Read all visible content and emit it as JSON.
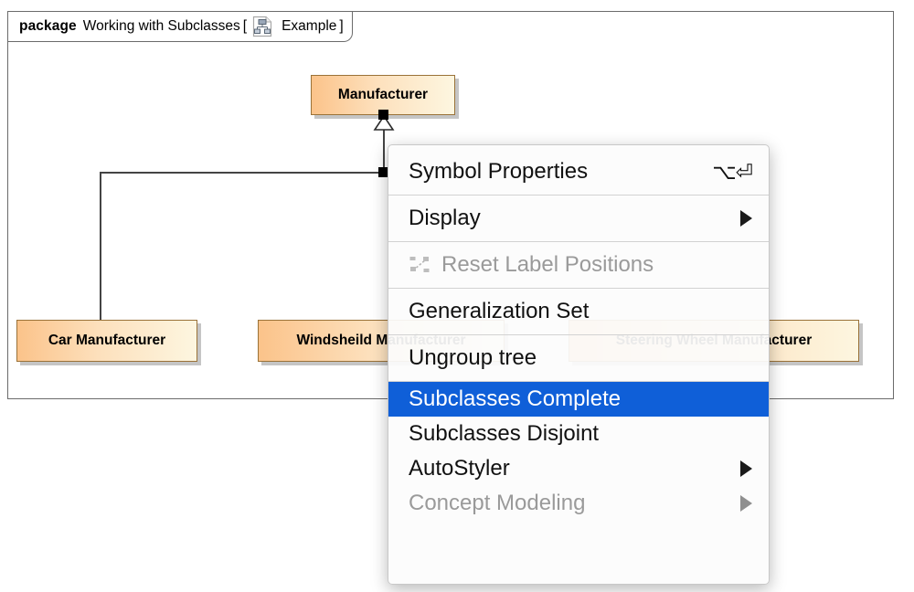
{
  "diagram": {
    "frame": {
      "keyword": "package",
      "name": "Working with Subclasses",
      "bracket_open": "[",
      "bracket_close": "]",
      "diagram_label": "Example",
      "icon": "class-diagram-icon"
    },
    "classes": [
      {
        "id": "manufacturer",
        "name": "Manufacturer"
      },
      {
        "id": "car",
        "name": "Car Manufacturer"
      },
      {
        "id": "windshield",
        "name": "Windsheild Manufacturer"
      },
      {
        "id": "steering",
        "name": "Steering Wheel Manufacturer"
      }
    ],
    "relationship": "generalization-tree",
    "colors": {
      "class_fill_left": "#fbc38a",
      "class_fill_right": "#fdf6e0",
      "class_border": "#9a7238",
      "frame_border": "#6b6b6b",
      "line": "#444444"
    }
  },
  "context_menu": {
    "items": [
      {
        "label": "Symbol Properties",
        "shortcut": "⌥⏎",
        "disabled": false,
        "submenu": false,
        "selected": false,
        "icon": null,
        "separator_after": true,
        "compact": false
      },
      {
        "label": "Display",
        "shortcut": "",
        "disabled": false,
        "submenu": true,
        "selected": false,
        "icon": null,
        "separator_after": true,
        "compact": false
      },
      {
        "label": "Reset Label Positions",
        "shortcut": "",
        "disabled": true,
        "submenu": false,
        "selected": false,
        "icon": "reset-label-positions-icon",
        "separator_after": true,
        "compact": false
      },
      {
        "label": "Generalization Set",
        "shortcut": "",
        "disabled": false,
        "submenu": false,
        "selected": false,
        "icon": null,
        "separator_after": true,
        "compact": false
      },
      {
        "label": "Ungroup tree",
        "shortcut": "",
        "disabled": false,
        "submenu": false,
        "selected": false,
        "icon": null,
        "separator_after": true,
        "compact": false
      },
      {
        "label": "Subclasses Complete",
        "shortcut": "",
        "disabled": false,
        "submenu": false,
        "selected": true,
        "icon": null,
        "separator_after": false,
        "compact": true
      },
      {
        "label": "Subclasses Disjoint",
        "shortcut": "",
        "disabled": false,
        "submenu": false,
        "selected": false,
        "icon": null,
        "separator_after": false,
        "compact": true
      },
      {
        "label": "AutoStyler",
        "shortcut": "",
        "disabled": false,
        "submenu": true,
        "selected": false,
        "icon": null,
        "separator_after": false,
        "compact": true
      },
      {
        "label": "Concept Modeling",
        "shortcut": "",
        "disabled": true,
        "submenu": true,
        "selected": false,
        "icon": null,
        "separator_after": false,
        "compact": true
      }
    ],
    "highlight_color": "#0f5fd8"
  }
}
